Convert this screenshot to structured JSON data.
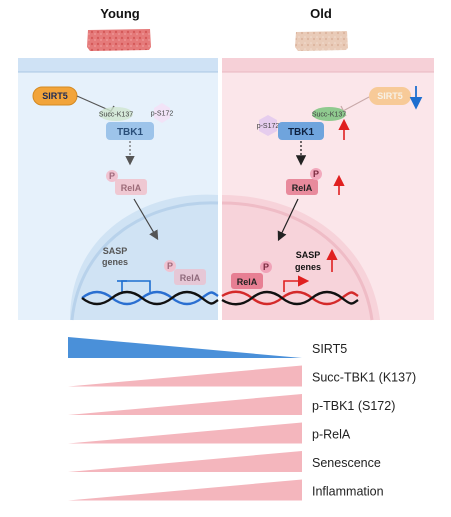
{
  "panels": {
    "young": {
      "title": "Young"
    },
    "old": {
      "title": "Old"
    }
  },
  "young": {
    "sirt5": "SIRT5",
    "succ": "Succ-K137",
    "ps172": "p-S172",
    "tbk1": "TBK1",
    "p": "P",
    "rela": "RelA",
    "sasp_line1": "SASP",
    "sasp_line2": "genes",
    "p2": "P",
    "rela2": "RelA"
  },
  "old": {
    "sirt5": "SIRT5",
    "succ": "Succ-K137",
    "ps172": "p-S172",
    "tbk1": "TBK1",
    "p": "P",
    "rela": "RelA",
    "sasp_line1": "SASP",
    "sasp_line2": "genes",
    "p2": "P",
    "rela2": "RelA"
  },
  "trends": [
    {
      "label": "SIRT5",
      "direction": "decrease",
      "color": "#4a90d9"
    },
    {
      "label": "Succ-TBK1 (K137)",
      "direction": "increase",
      "color": "#f4b6bd"
    },
    {
      "label": "p-TBK1 (S172)",
      "direction": "increase",
      "color": "#f4b6bd"
    },
    {
      "label": "p-RelA",
      "direction": "increase",
      "color": "#f4b6bd"
    },
    {
      "label": "Senescence",
      "direction": "increase",
      "color": "#f4b6bd"
    },
    {
      "label": "Inflammation",
      "direction": "increase",
      "color": "#f4b6bd"
    }
  ]
}
